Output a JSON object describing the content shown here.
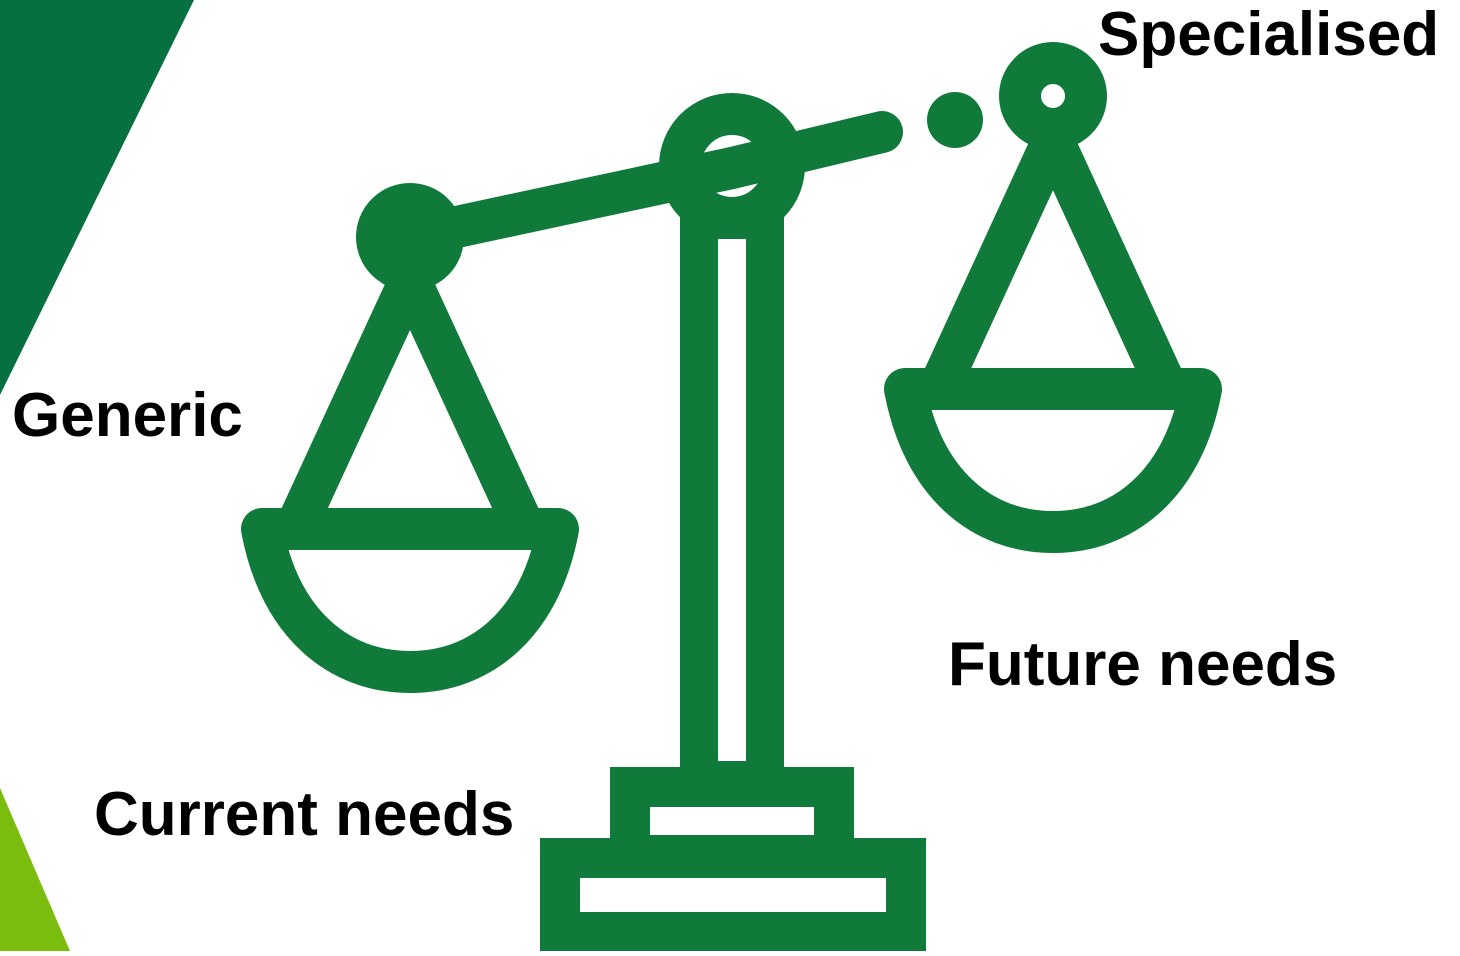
{
  "labels": {
    "specialised": "Specialised",
    "generic": "Generic",
    "future_needs": "Future needs",
    "current_needs": "Current needs"
  },
  "colors": {
    "scale_green": "#0f7a3a",
    "dark_green": "#067040",
    "light_green": "#7bbd0e",
    "text": "#000000",
    "background": "#ffffff"
  },
  "icons": {
    "scale": "balance-scale-icon"
  }
}
